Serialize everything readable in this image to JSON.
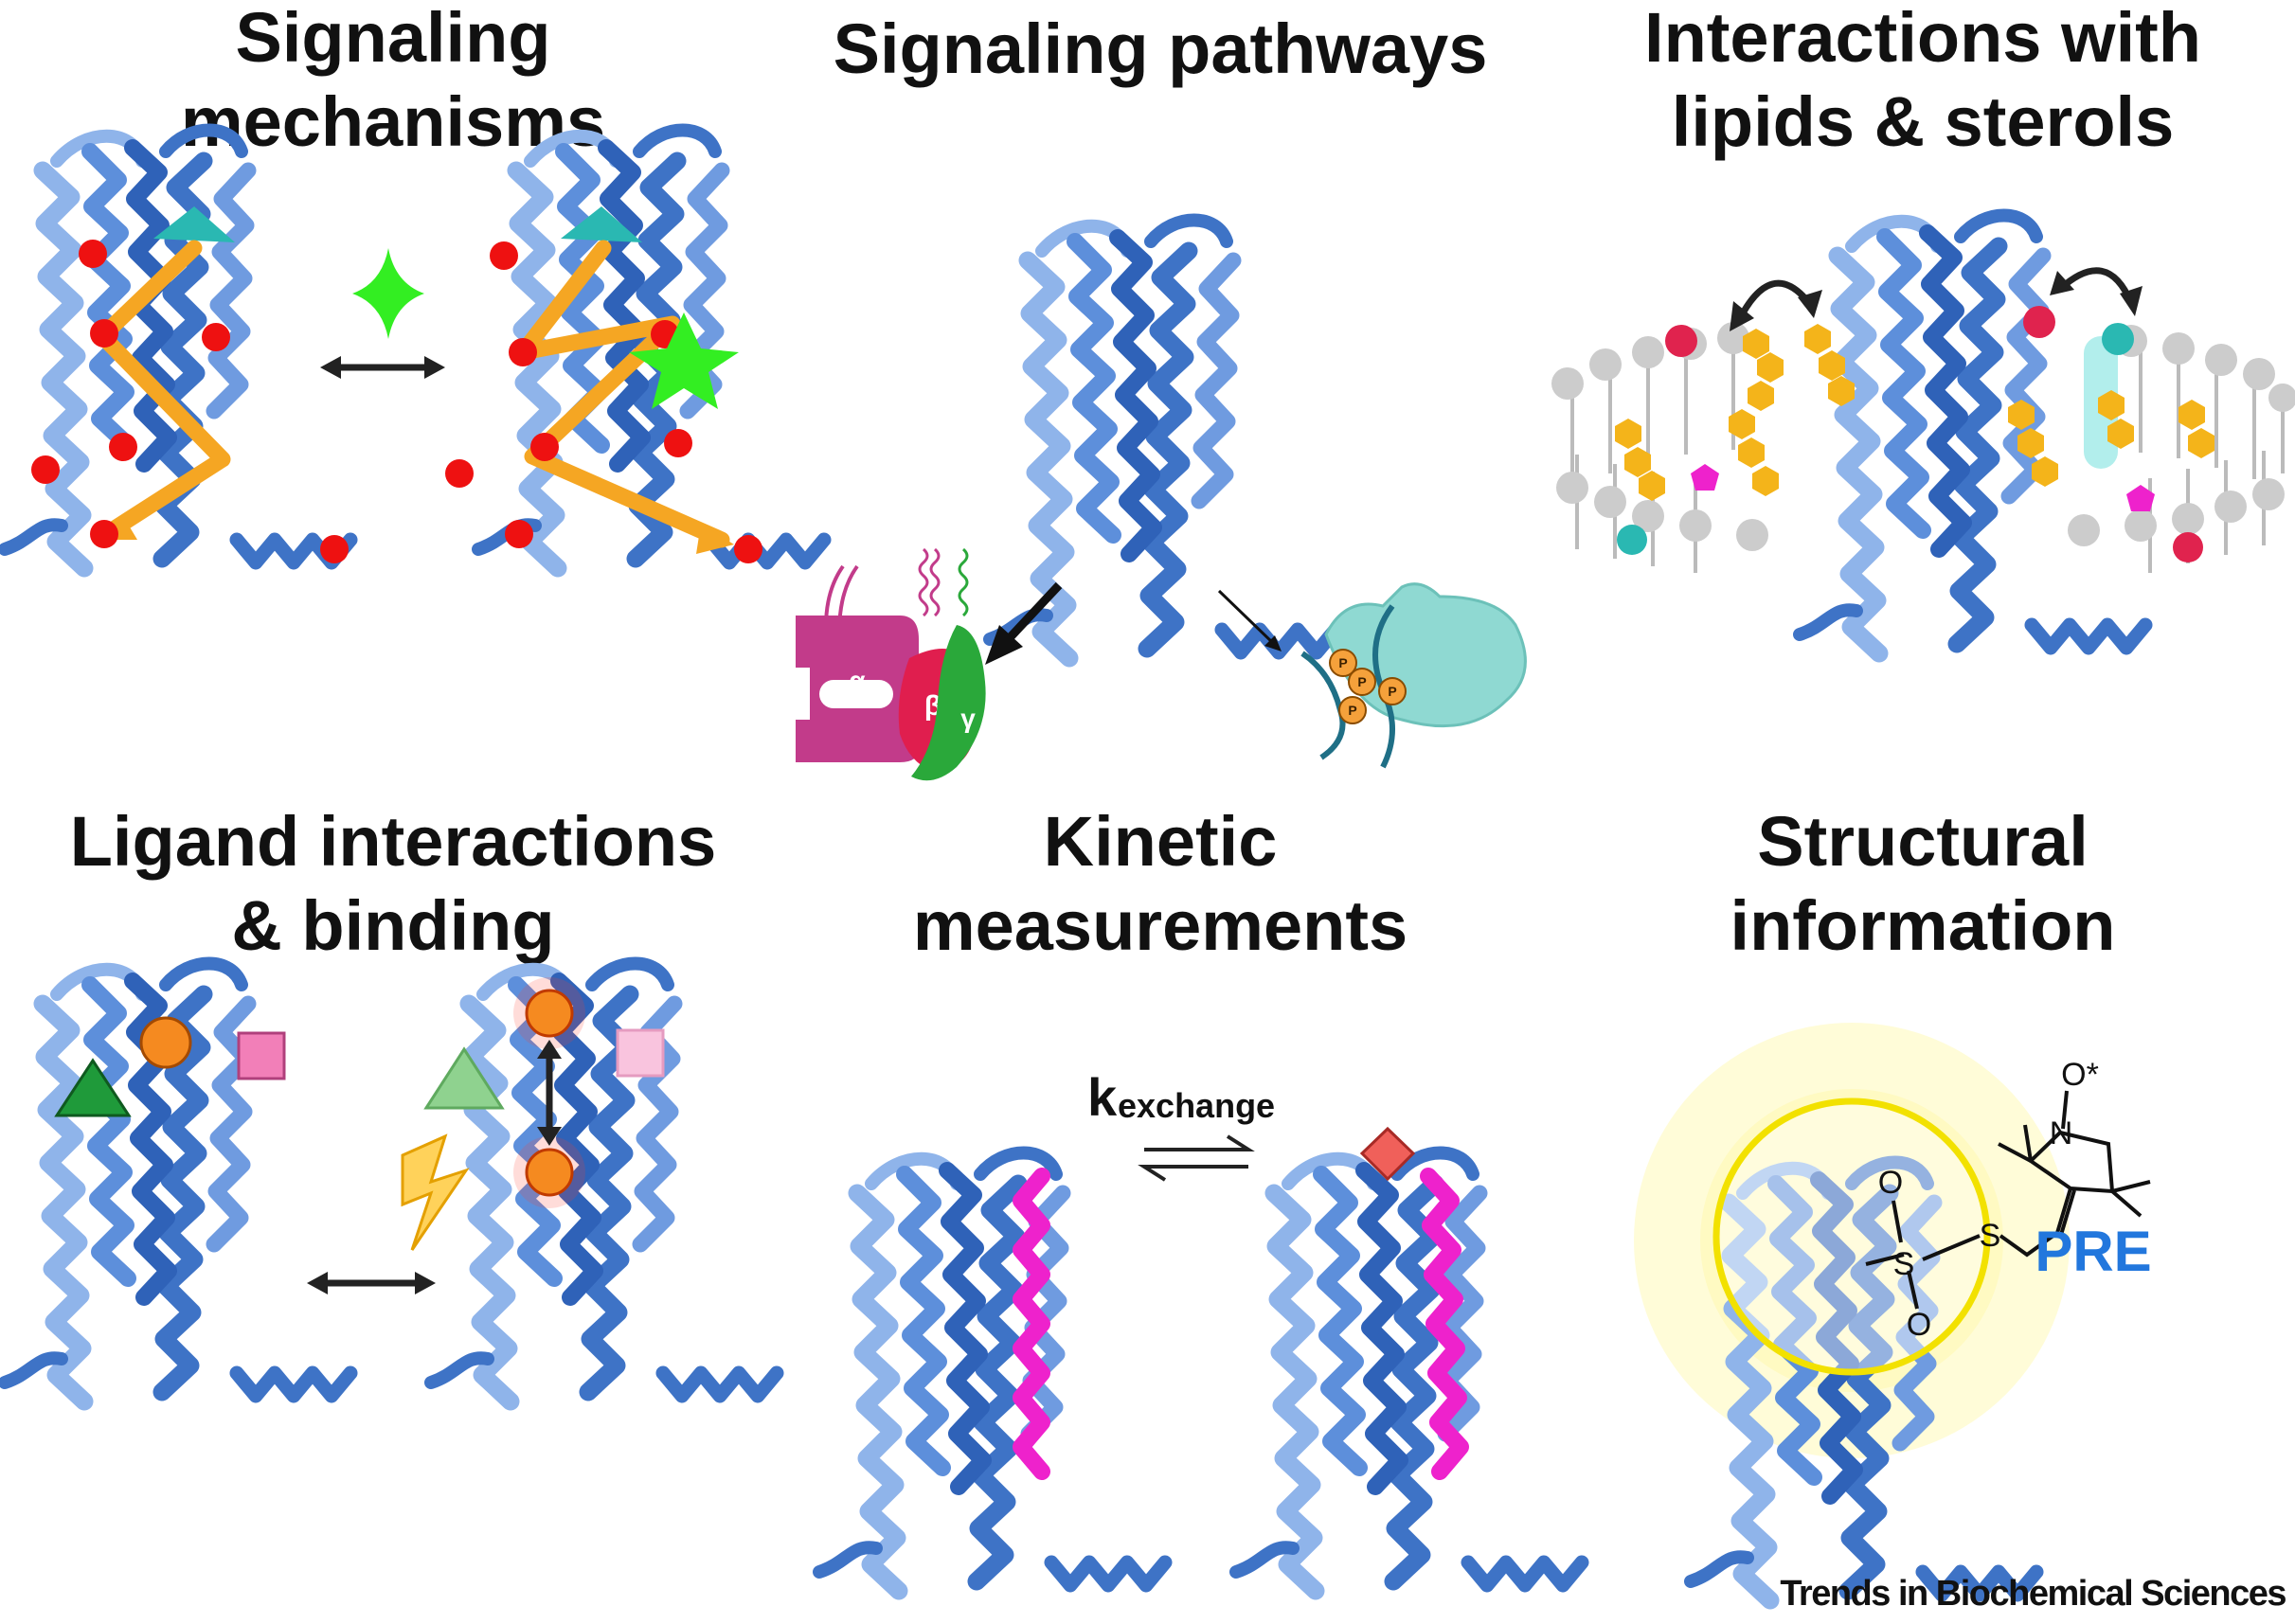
{
  "panels": [
    {
      "id": "signaling-mechanisms",
      "title": "Signaling\nmechanisms"
    },
    {
      "id": "signaling-pathways",
      "title": "Signaling pathways"
    },
    {
      "id": "lipid-sterol-interactions",
      "title": "Interactions with\nlipids & sterols"
    },
    {
      "id": "ligand-binding",
      "title": "Ligand interactions\n& binding"
    },
    {
      "id": "kinetic-measurements",
      "title": "Kinetic\nmeasurements"
    },
    {
      "id": "structural-information",
      "title": "Structural\ninformation"
    }
  ],
  "labels": {
    "g_alpha": "α",
    "g_beta": "β",
    "g_gamma": "γ",
    "phospho": "P",
    "k_main": "k",
    "k_sub": "exchange",
    "spin_label_oxygen": "O*",
    "nitrogen": "N",
    "sulfur": "S",
    "oxygen": "O",
    "pre": "PRE"
  },
  "colors": {
    "helix_dark": "#3e73c6",
    "helix_light": "#8fb4ea",
    "allosteric_path": "#f5a623",
    "residue_dot": "#ee1111",
    "agonist_triangle": "#2ab8b2",
    "modulator_star": "#33ee22",
    "lipid_head": "#cccccc",
    "sterol": "#f4b41a",
    "g_alpha": "#c23b8a",
    "g_beta": "#e01e4e",
    "g_gamma": "#2aa83a",
    "arrestin": "#8fd9d2",
    "exchange_helix": "#ee22cc",
    "pre_text": "#2277dd",
    "pre_circle": "#f2e100"
  },
  "footer": {
    "credit": "Trends in Biochemical Sciences"
  }
}
